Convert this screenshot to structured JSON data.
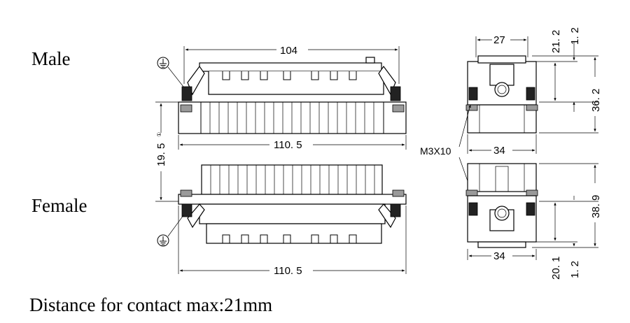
{
  "labels": {
    "male": "Male",
    "female": "Female",
    "footer": "Distance for contact max:21mm"
  },
  "dimensions": {
    "male_top_width": "104",
    "male_base_width": "110. 5",
    "female_base_width": "110. 5",
    "gap_height": "19. 5",
    "gap_height_note": "①",
    "side_top_width": "27",
    "side_mid_width": "34",
    "side_bottom_width": "34",
    "screw_callout": "M3X10",
    "male_height_upper": "21. 2",
    "male_offset_upper": "1. 2",
    "male_total_height": "36. 2",
    "female_total_height": "38. 9",
    "female_height_lower": "20. 1",
    "female_offset_lower": "1. 2"
  }
}
